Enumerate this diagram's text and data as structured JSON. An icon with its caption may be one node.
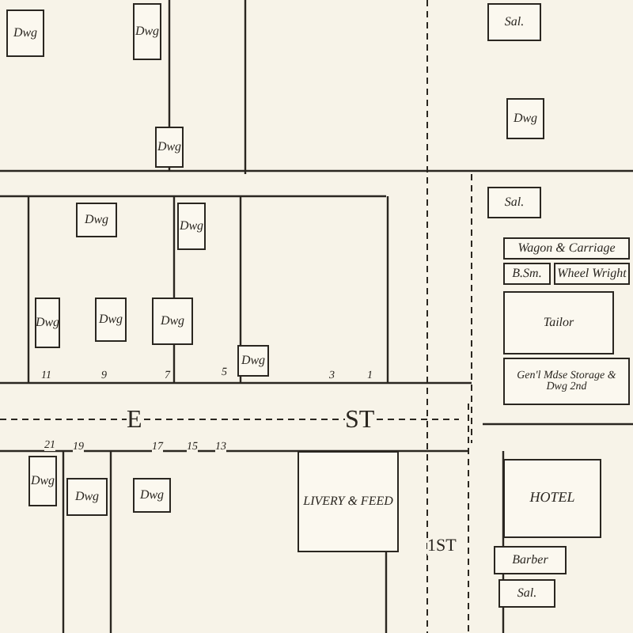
{
  "diagram": {
    "nodes": [
      {
        "text": [
          "Dwg"
        ]
      },
      {
        "text": [
          "Dwg"
        ]
      },
      {
        "text": [
          "Dwg"
        ]
      },
      {
        "text": [
          "Dwg"
        ]
      },
      {
        "text": [
          "Dwg"
        ]
      },
      {
        "text": [
          "Dwg"
        ]
      },
      {
        "text": [
          "Dwg"
        ]
      },
      {
        "text": [
          "Dwg"
        ]
      },
      {
        "text": [
          "Dwg"
        ]
      },
      {
        "text": [
          "Sal."
        ]
      },
      {
        "text": [
          "Wagon & Carriage"
        ]
      },
      {
        "text": [
          "B.Sm."
        ]
      },
      {
        "text": [
          "Wheel Wright"
        ]
      },
      {
        "text": [
          "Tailor"
        ]
      },
      {
        "text": [
          "Gen'l Mdse Storage & Dwg 2nd"
        ]
      },
      {
        "text": [
          "Sal."
        ]
      },
      {
        "text": [
          "Dwg"
        ]
      },
      {
        "text": [
          "Dwg"
        ]
      },
      {
        "text": [
          "Dwg"
        ]
      },
      {
        "text": [
          "Dwg"
        ]
      },
      {
        "text": [
          "LIVERY & FEED"
        ]
      },
      {
        "text": [
          "HOTEL"
        ]
      },
      {
        "text": [
          "Barber"
        ]
      },
      {
        "text": [
          "Sal."
        ]
      }
    ],
    "labels": [
      "E",
      "ST",
      "1ST",
      "11",
      "9",
      "7",
      "5",
      "3",
      "1",
      "21",
      "19",
      "17",
      "15",
      "13"
    ]
  }
}
